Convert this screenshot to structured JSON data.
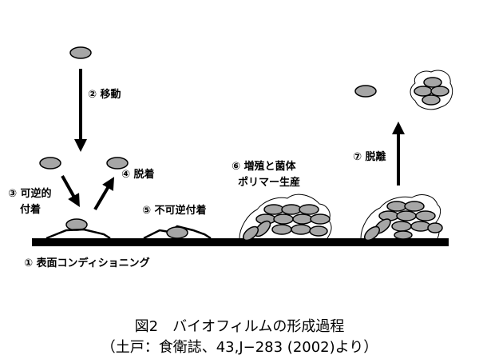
{
  "labels": {
    "step1": "① 表面コンディショニング",
    "step2": "② 移動",
    "step3_line1": "③ 可逆的",
    "step3_line2": "付着",
    "step4": "④ 脱着",
    "step5": "⑤ 不可逆付着",
    "step6_line1": "⑥ 増殖と菌体",
    "step6_line2": "ポリマー生産",
    "step7": "⑦ 脱離"
  },
  "caption": {
    "title": "図2　バイオフィルムの形成過程",
    "source": "（土戸：食衛誌、43,J−283 (2002)より）"
  },
  "colors": {
    "cell_fill": "#a6a6a6",
    "stroke": "#000000"
  }
}
